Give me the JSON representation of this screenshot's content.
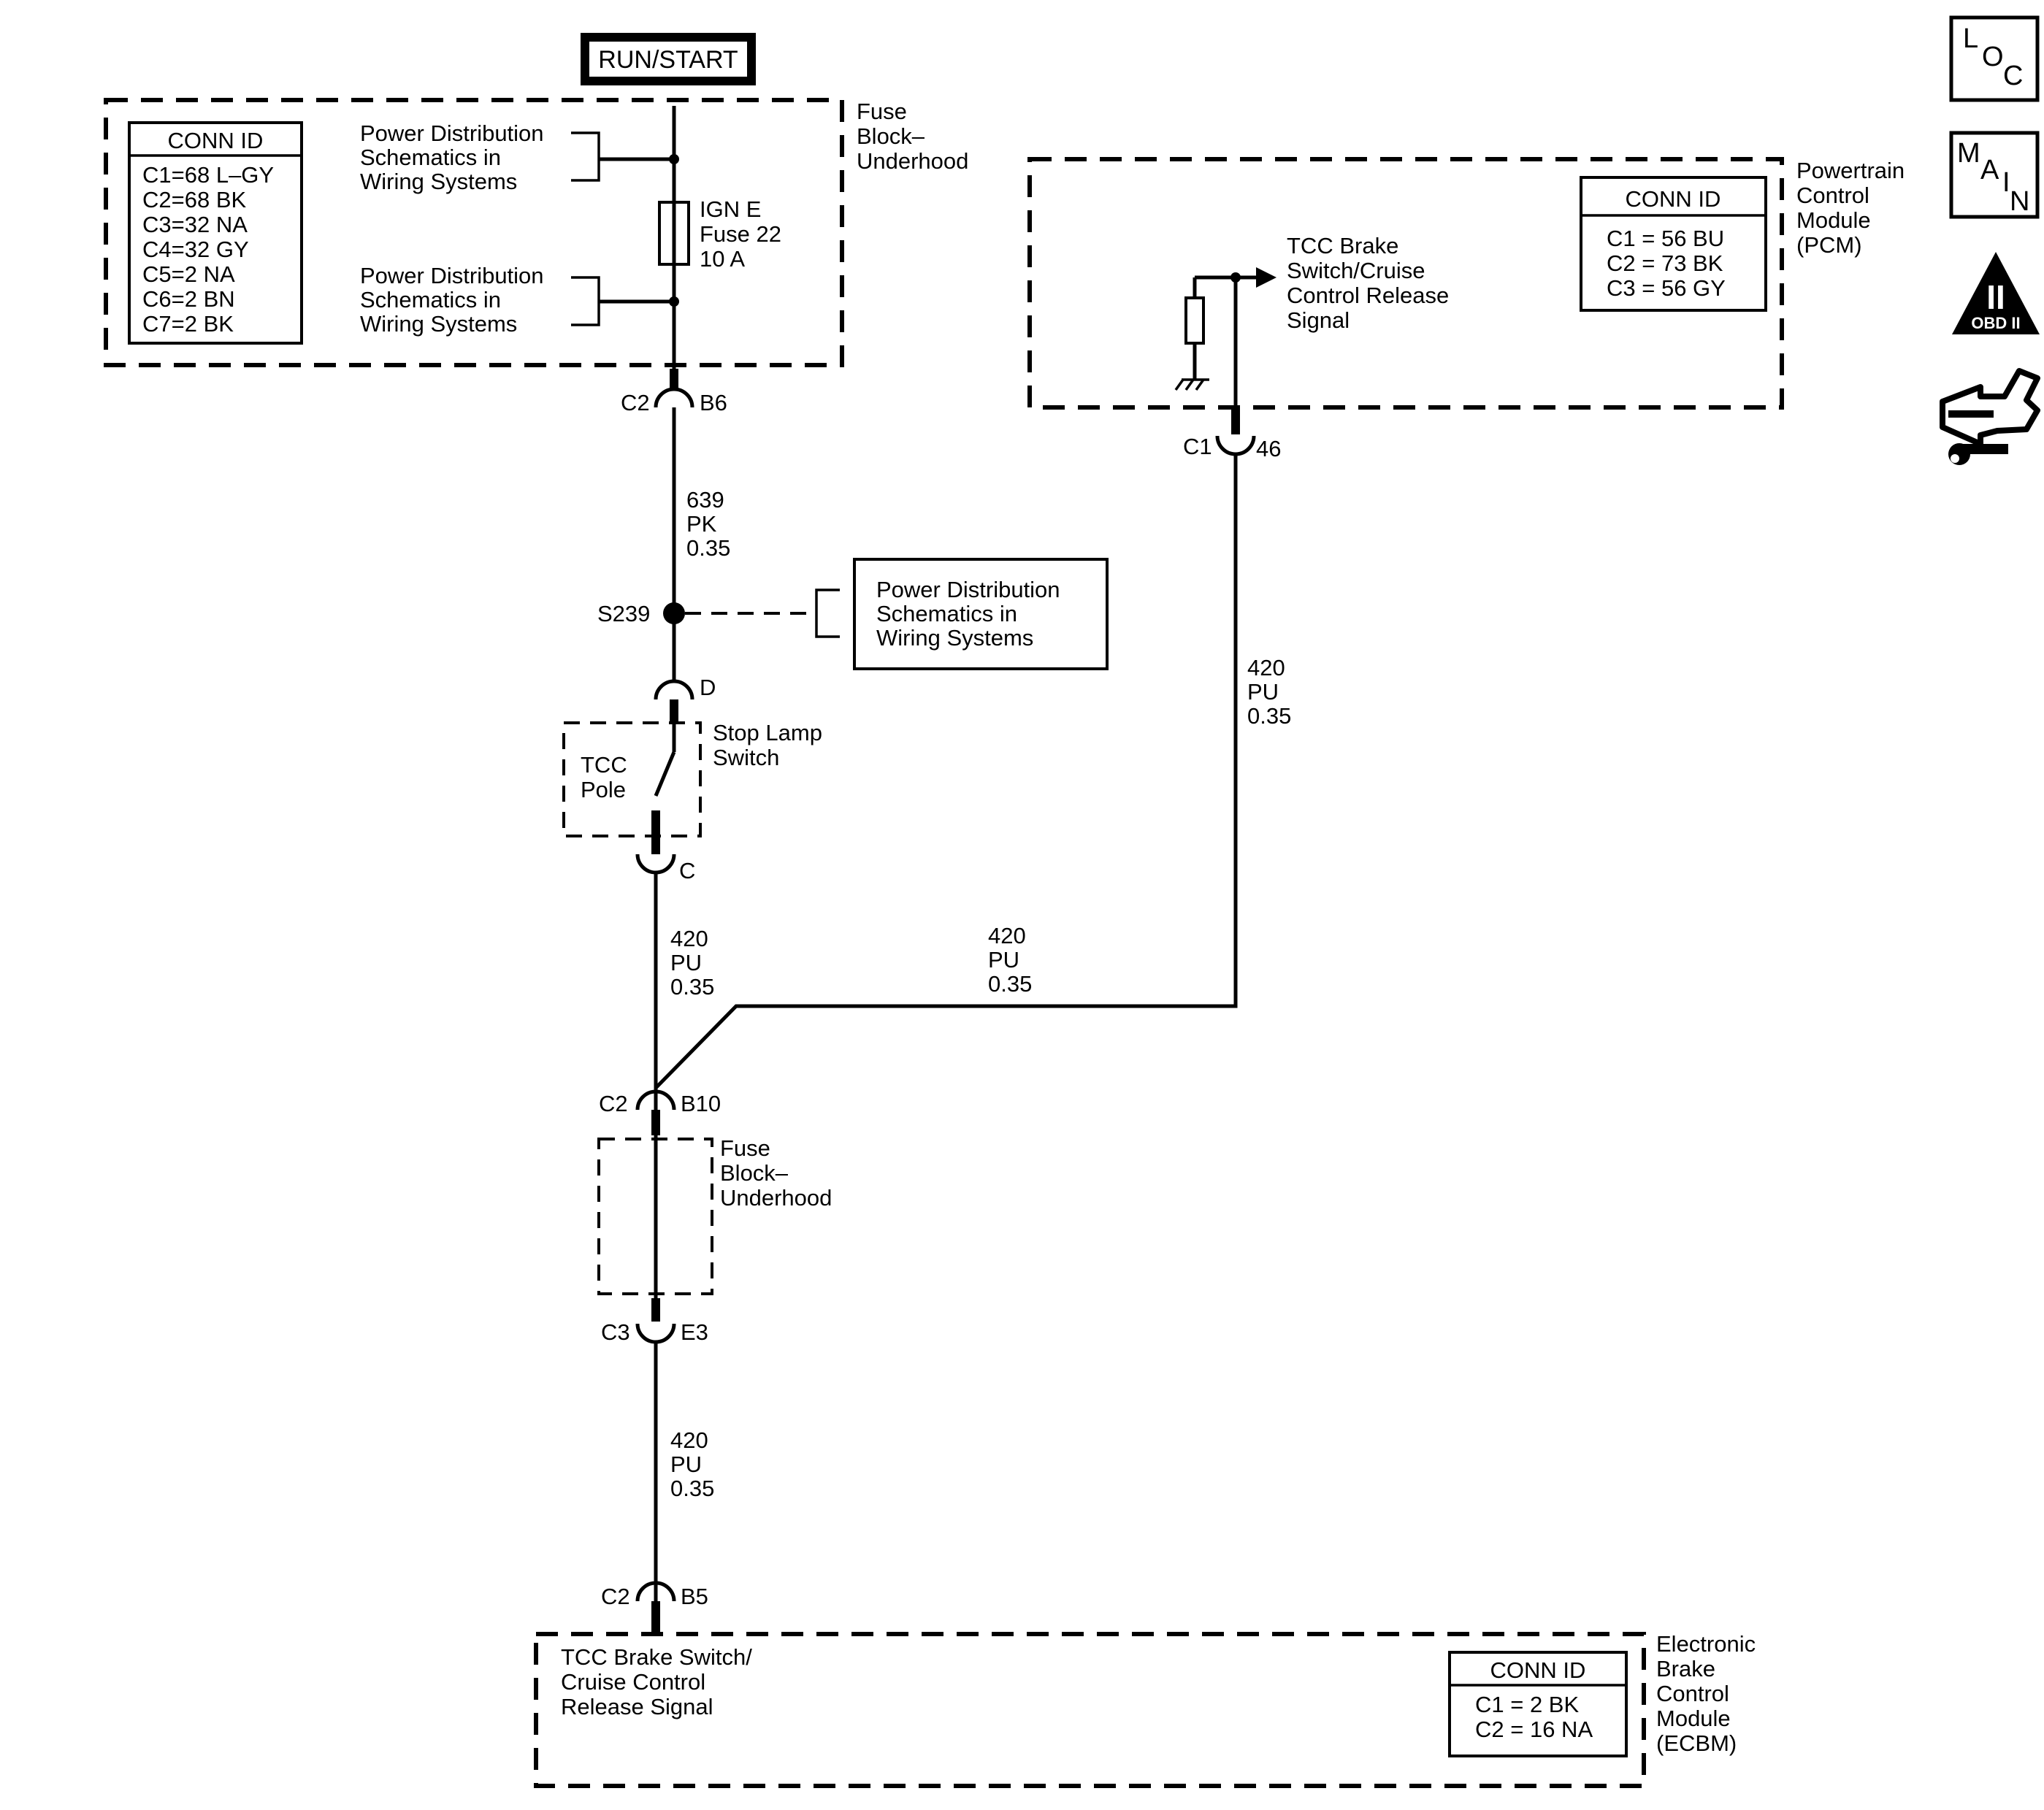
{
  "header": {
    "ignition_label": "RUN/START"
  },
  "fuse_block_top": {
    "label_lines": [
      "Fuse",
      "Block–",
      "Underhood"
    ],
    "conn_id": {
      "title": "CONN ID",
      "rows": [
        "C1=68 L–GY",
        "C2=68 BK",
        "C3=32 NA",
        "C4=32 GY",
        "C5=2 NA",
        "C6=2 BN",
        "C7=2 BK"
      ]
    },
    "power_ref_lines": [
      "Power Distribution",
      "Schematics in",
      "Wiring Systems"
    ],
    "fuse_lines": [
      "IGN E",
      "Fuse 22",
      "10 A"
    ]
  },
  "pcm": {
    "label_lines": [
      "Powertrain",
      "Control",
      "Module",
      "(PCM)"
    ],
    "conn_id": {
      "title": "CONN ID",
      "rows": [
        "C1 = 56 BU",
        "C2 = 73 BK",
        "C3 = 56 GY"
      ]
    },
    "signal_lines": [
      "TCC Brake",
      "Switch/Cruise",
      "Control Release",
      "Signal"
    ]
  },
  "connectors": {
    "c2_b6": {
      "conn": "C2",
      "pin": "B6"
    },
    "c1_46": {
      "conn": "C1",
      "pin": "46"
    },
    "d": {
      "pin": "D"
    },
    "c": {
      "pin": "C"
    },
    "c2_b10": {
      "conn": "C2",
      "pin": "B10"
    },
    "c3_e3": {
      "conn": "C3",
      "pin": "E3"
    },
    "c2_b5": {
      "conn": "C2",
      "pin": "B5"
    }
  },
  "wires": {
    "w639": [
      "639",
      "PK",
      "0.35"
    ],
    "w420_pcm": [
      "420",
      "PU",
      "0.35"
    ],
    "w420_a": [
      "420",
      "PU",
      "0.35"
    ],
    "w420_b": [
      "420",
      "PU",
      "0.35"
    ],
    "w420_c": [
      "420",
      "PU",
      "0.35"
    ]
  },
  "splice": {
    "label": "S239",
    "ref_lines": [
      "Power Distribution",
      "Schematics in",
      "Wiring Systems"
    ]
  },
  "stop_lamp_switch": {
    "label_lines": [
      "Stop Lamp",
      "Switch"
    ],
    "pole_lines": [
      "TCC",
      "Pole"
    ]
  },
  "fuse_block_mid": {
    "label_lines": [
      "Fuse",
      "Block–",
      "Underhood"
    ]
  },
  "ecbm": {
    "label_lines": [
      "Electronic",
      "Brake",
      "Control",
      "Module",
      "(ECBM)"
    ],
    "signal_lines": [
      "TCC Brake Switch/",
      "Cruise Control",
      "Release Signal"
    ],
    "conn_id": {
      "title": "CONN ID",
      "rows": [
        "C1 = 2 BK",
        "C2 = 16 NA"
      ]
    }
  },
  "nav_icons": {
    "loc": [
      "L",
      "O",
      "C"
    ],
    "main": [
      "M",
      "A",
      "I",
      "N"
    ],
    "obd": {
      "numeral": "II",
      "label": "OBD II"
    },
    "names": [
      "loc-icon",
      "main-icon",
      "obd-ii-icon",
      "diagnostic-hand-icon"
    ]
  }
}
